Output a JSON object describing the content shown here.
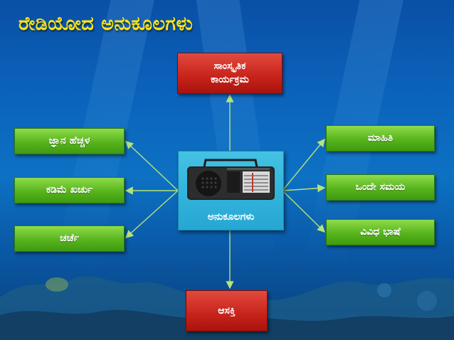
{
  "title": "ರೇಡಿಯೋದ ಅನುಕೂಲಗಳು",
  "center": {
    "label": "ಅನುಕೂಲಗಳು",
    "icon": "radio-icon"
  },
  "top": {
    "line1": "ಸಾಂಸ್ಕೃತಿಕ",
    "line2": "ಕಾರ್ಯಕ್ರಮ"
  },
  "bottom": {
    "label": "ಆಸಕ್ತಿ"
  },
  "left": [
    {
      "label": "ಜ್ಞಾನ ಹೆಚ್ಚಳ"
    },
    {
      "label": "ಕಡಿಮೆ ಖರ್ಚು"
    },
    {
      "label": "ಚರ್ಚೆ"
    }
  ],
  "right": [
    {
      "label": "ಮಾಹಿತಿ"
    },
    {
      "label": "ಒಂದೇ ಸಮಯ"
    },
    {
      "label": "ವಿವಿಧ ಭಾಷೆ"
    }
  ],
  "colors": {
    "title": "#f7e21a",
    "green_box": "#57b41c",
    "red_box": "#c7221a",
    "center_box": "#2bb0da",
    "connector": "#b6e37a"
  }
}
